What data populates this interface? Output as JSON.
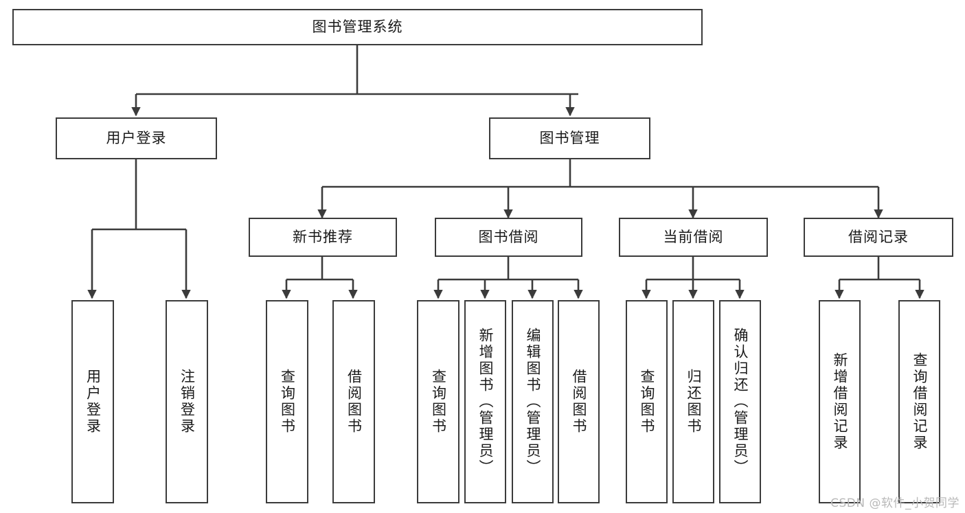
{
  "diagram": {
    "title": "图书管理系统",
    "type": "tree",
    "watermark": "CSDN @软件_小贺同学",
    "colors": {
      "stroke": "#3b3b3b",
      "fill": "#ffffff",
      "text": "#1a1a1a",
      "watermark": "#b9b9b9"
    },
    "nodes": {
      "root": {
        "label": "图书管理系统"
      },
      "level2": [
        {
          "label": "用户登录"
        },
        {
          "label": "图书管理"
        }
      ],
      "level3": [
        {
          "label": "新书推荐"
        },
        {
          "label": "图书借阅"
        },
        {
          "label": "当前借阅"
        },
        {
          "label": "借阅记录"
        }
      ],
      "leaves_user_login": [
        {
          "label": "用户登录"
        },
        {
          "label": "注销登录"
        }
      ],
      "leaves_new_book": [
        {
          "label": "查询图书"
        },
        {
          "label": "借阅图书"
        }
      ],
      "leaves_borrow": [
        {
          "label": "查询图书"
        },
        {
          "label": "新增图书（管理员）"
        },
        {
          "label": "编辑图书（管理员）"
        },
        {
          "label": "借阅图书"
        }
      ],
      "leaves_current": [
        {
          "label": "查询图书"
        },
        {
          "label": "归还图书"
        },
        {
          "label": "确认归还（管理员）"
        }
      ],
      "leaves_records": [
        {
          "label": "新增借阅记录"
        },
        {
          "label": "查询借阅记录"
        }
      ]
    }
  }
}
